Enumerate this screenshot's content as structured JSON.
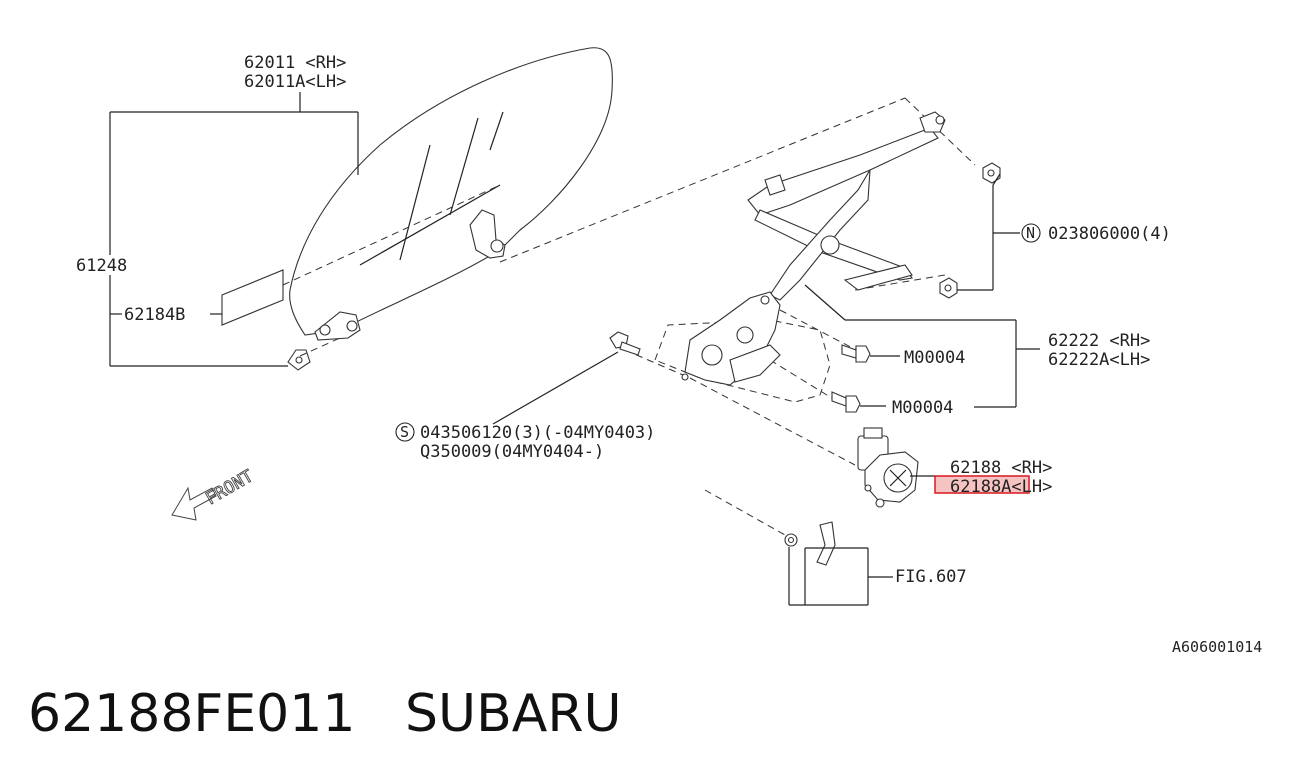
{
  "callouts": {
    "glass_rh": "62011 <RH>",
    "glass_lh": "62011A<LH>",
    "group_label": "61248",
    "sticker": "62184B",
    "nut_code": "023806000(4)",
    "nut_symbol": "N",
    "regulator_rh": "62222 <RH>",
    "regulator_lh": "62222A<LH>",
    "bolt_upper": "M00004",
    "bolt_lower": "M00004",
    "screw_symbol": "S",
    "screw_code_1": "043506120(3)(-04MY0403)",
    "screw_code_2": "Q350009(04MY0404-)",
    "motor_rh": "62188 <RH>",
    "motor_lh": "62188A<LH>",
    "fig_ref": "FIG.607",
    "front": "FRONT",
    "diagram_id": "A606001014"
  },
  "highlight": {
    "part": "62188A",
    "color": "#d9262c"
  },
  "footer": {
    "part_number": "62188FE011",
    "brand": "SUBARU"
  }
}
